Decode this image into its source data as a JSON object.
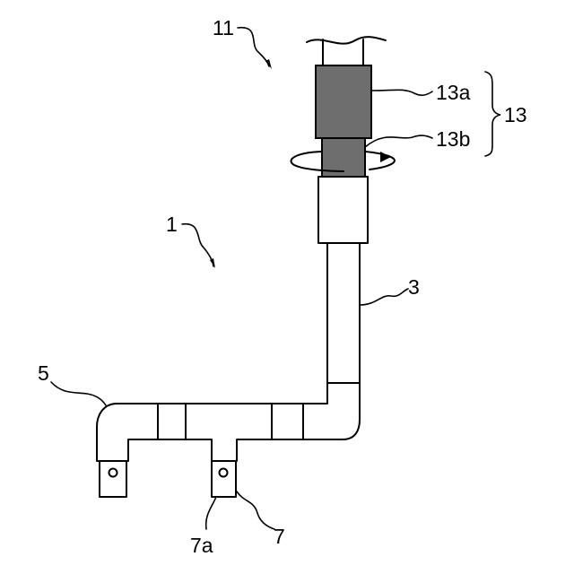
{
  "labels": {
    "n11": "11",
    "n1": "1",
    "n13a": "13a",
    "n13": "13",
    "n13b": "13b",
    "n3": "3",
    "n5": "5",
    "n7a": "7a",
    "n7": "7"
  },
  "colors": {
    "ink": "#000000",
    "shaded": "#6e6e6e",
    "background": "#ffffff"
  }
}
